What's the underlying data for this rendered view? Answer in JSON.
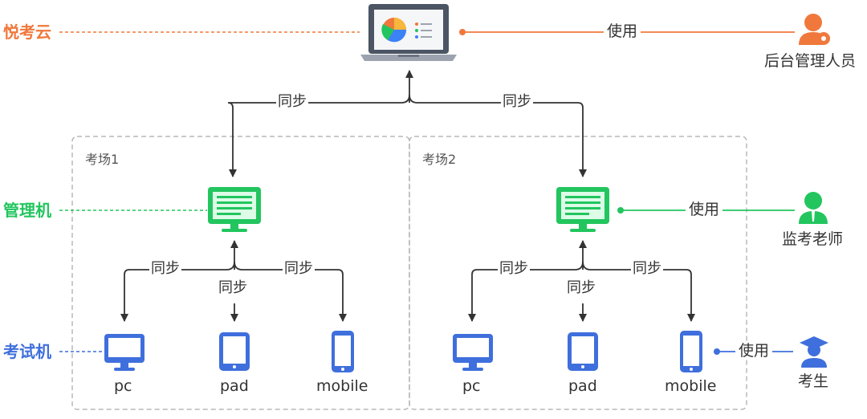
{
  "colors": {
    "orange": "#f0783c",
    "green": "#22c55e",
    "blue": "#3f6fdc",
    "line": "#333333",
    "dash": "#b8b8b8"
  },
  "left_labels": {
    "cloud": "悦考云",
    "manager": "管理机",
    "exam": "考试机"
  },
  "roles": {
    "admin": "后台管理人员",
    "teacher": "监考老师",
    "student": "考生"
  },
  "use_label": "使用",
  "sync_label": "同步",
  "zones": [
    {
      "name": "考场1"
    },
    {
      "name": "考场2"
    }
  ],
  "devices": {
    "pc": "pc",
    "pad": "pad",
    "mobile": "mobile"
  },
  "icons": [
    "laptop-chart-icon",
    "admin-user-gear-icon",
    "management-monitor-icon",
    "teacher-user-icon",
    "student-graduate-icon",
    "pc-monitor-icon",
    "tablet-icon",
    "phone-icon"
  ]
}
